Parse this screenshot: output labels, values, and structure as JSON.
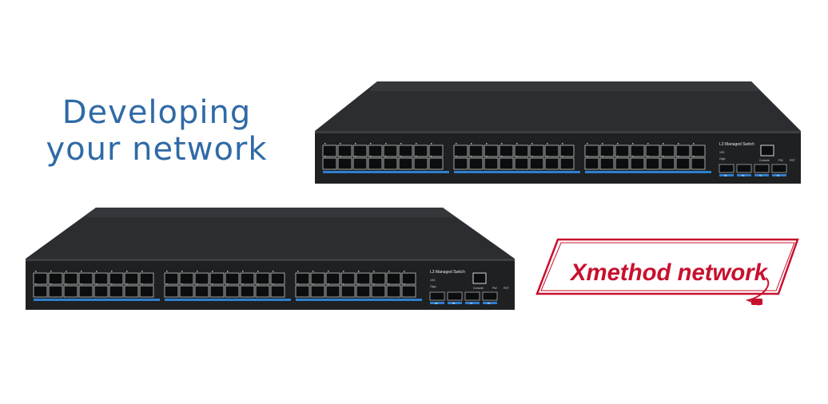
{
  "headline": {
    "line1": "Developing",
    "line2": "your network"
  },
  "switch_top": {
    "model_label": "L3 Managed Switch",
    "console_label": "Console",
    "pw_label": "PW",
    "rst_label": "RST",
    "led_labels": [
      "10G",
      "Giga"
    ],
    "sfp_ports": [
      "49",
      "50",
      "51",
      "52"
    ]
  },
  "switch_bottom": {
    "model_label": "L3 Managed Switch",
    "console_label": "Console",
    "pw_label": "PW",
    "rst_label": "RST",
    "led_labels": [
      "10G",
      "Giga"
    ],
    "sfp_ports": [
      "49",
      "50",
      "51",
      "52"
    ]
  },
  "logo": {
    "text": "Xmethod network",
    "brand_color": "#c8102e"
  },
  "colors": {
    "headline": "#2f6aa6",
    "chassis": "#2a2c2e",
    "port_stripe": "#2f7fd0",
    "logo_red": "#c8102e"
  }
}
